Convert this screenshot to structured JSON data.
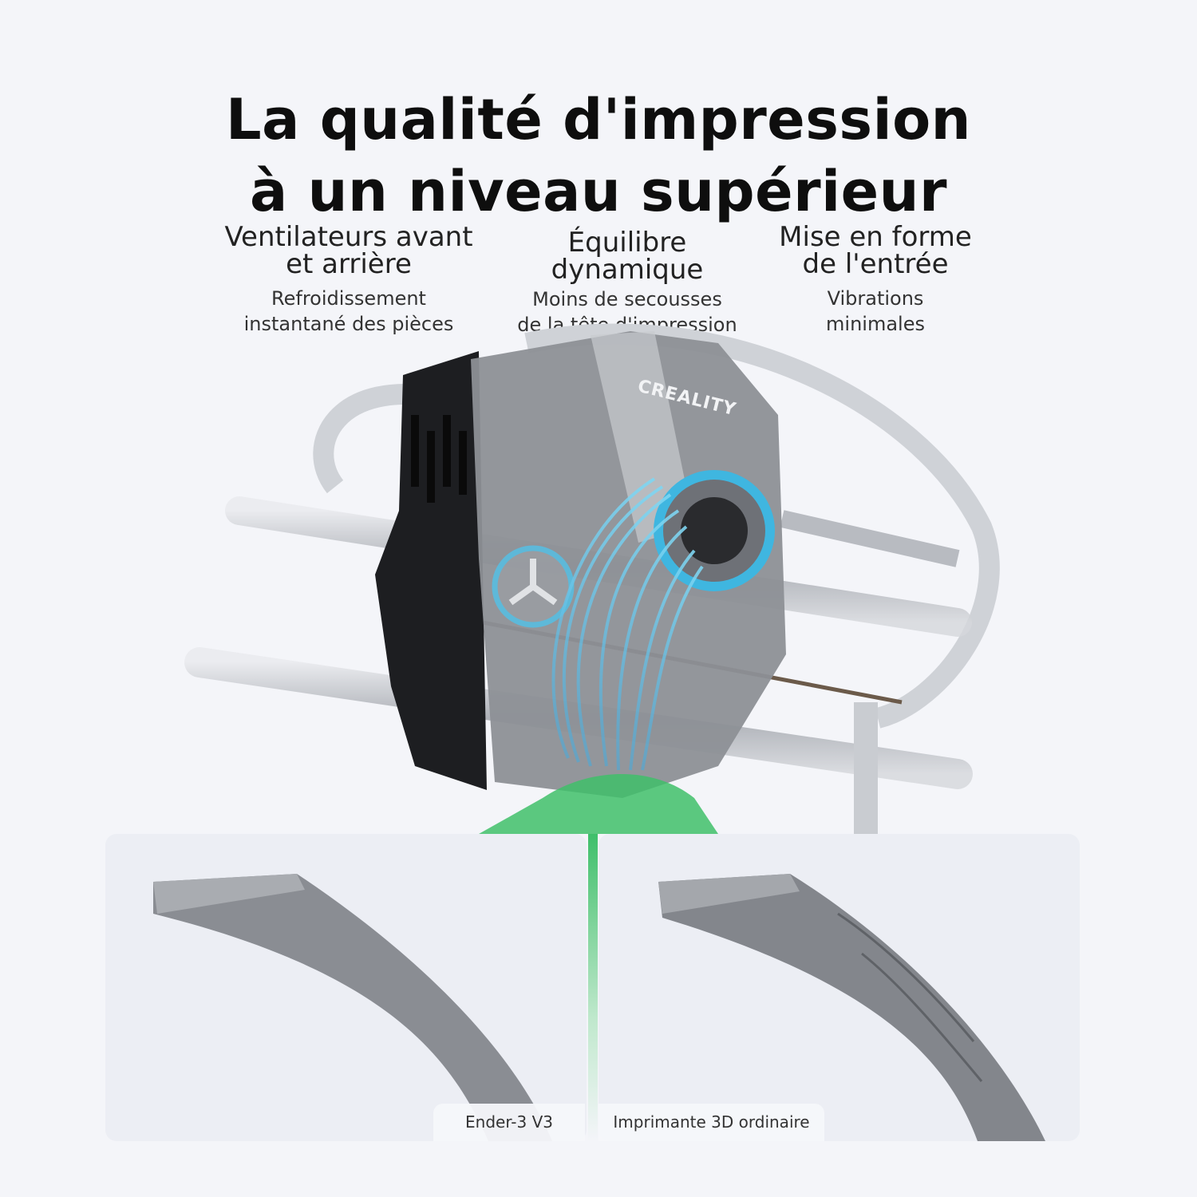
{
  "title": {
    "line1": "La qualité d'impression",
    "line2": "à un niveau supérieur"
  },
  "features": [
    {
      "heading1": "Ventilateurs avant",
      "heading2": "et arrière",
      "sub1": "Refroidissement",
      "sub2": "instantané des pièces"
    },
    {
      "heading1": "Équilibre",
      "heading2": "dynamique",
      "sub1": "Moins de secousses",
      "sub2": "de la tête d'impression"
    },
    {
      "heading1": "Mise en forme",
      "heading2": "de l'entrée",
      "sub1": "Vibrations",
      "sub2": "minimales"
    }
  ],
  "product": {
    "brand_logo": "CREALITY"
  },
  "comparison": {
    "left_label": "Ender-3 V3",
    "right_label": "Imprimante 3D ordinaire"
  },
  "colors": {
    "airflow": "#4fc3e8",
    "print_green": "#3fbf6a",
    "print_gray": "#8a8d93"
  }
}
